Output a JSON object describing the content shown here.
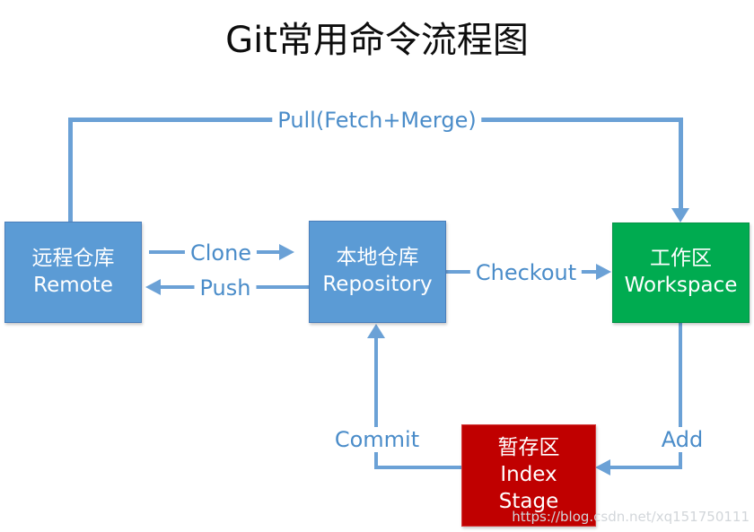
{
  "title": "Git常用命令流程图",
  "watermark": "https://blog.csdn.net/xq151750111",
  "colors": {
    "box_blue": "#5b9bd5",
    "box_blue_border": "#4a7ebb",
    "box_green": "#00ab50",
    "box_red": "#c00000",
    "line_blue": "#6ba1d6",
    "label_blue": "#4a8cc9",
    "title_color": "#0d0d0d",
    "watermark_color": "#d2d6da"
  },
  "nodes": {
    "remote": {
      "name_zh": "远程仓库",
      "name_en": "Remote"
    },
    "repository": {
      "name_zh": "本地仓库",
      "name_en": "Repository"
    },
    "workspace": {
      "name_zh": "工作区",
      "name_en": "Workspace"
    },
    "index": {
      "name_zh": "暂存区",
      "name_en": "Index",
      "name_en2": "Stage"
    }
  },
  "edges": {
    "pull": {
      "label": "Pull(Fetch+Merge)",
      "from": "remote",
      "to": "workspace"
    },
    "clone": {
      "label": "Clone",
      "from": "remote",
      "to": "repository"
    },
    "push": {
      "label": "Push",
      "from": "repository",
      "to": "remote"
    },
    "checkout": {
      "label": "Checkout",
      "from": "repository",
      "to": "workspace"
    },
    "commit": {
      "label": "Commit",
      "from": "index",
      "to": "repository"
    },
    "add": {
      "label": "Add",
      "from": "workspace",
      "to": "index"
    }
  }
}
